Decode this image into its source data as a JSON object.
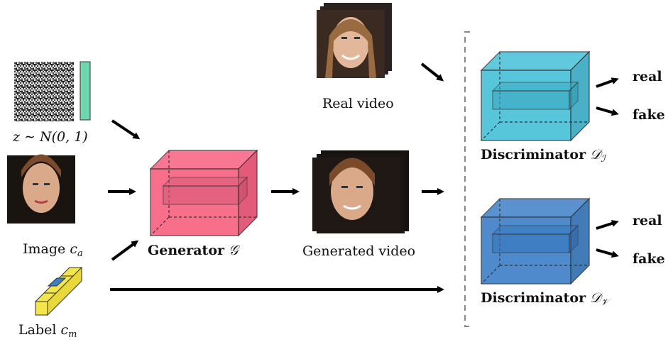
{
  "inputs": {
    "noise_label_prefix": "z ∼ N(0, 1)",
    "image_label": "Image",
    "image_sub": "c",
    "image_sub_idx": "a",
    "motion_label": "Label",
    "motion_sub": "c",
    "motion_sub_idx": "m"
  },
  "generator": {
    "label": "Generator",
    "symbol": "𝒢",
    "color": "#f8607f"
  },
  "videos": {
    "real_label": "Real video",
    "generated_label": "Generated video"
  },
  "discriminators": [
    {
      "label": "Discriminator",
      "symbol": "𝒟",
      "subscript": "ℐ",
      "color": "#45c0d8",
      "outputs": [
        "real",
        "fake"
      ]
    },
    {
      "label": "Discriminator",
      "symbol": "𝒟",
      "subscript": "𝒱",
      "color": "#3d7fc7",
      "outputs": [
        "real",
        "fake"
      ]
    }
  ],
  "colors": {
    "noise_bar": "#6fd6b0",
    "label_block": "#f3e64a",
    "label_core": "#3d7fc7",
    "bracket": "#888888"
  }
}
